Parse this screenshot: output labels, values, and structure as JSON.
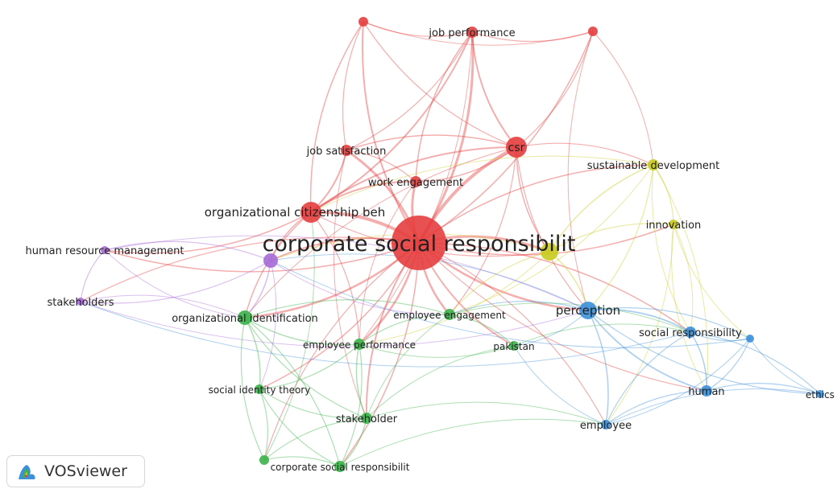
{
  "app": {
    "name": "VOSviewer",
    "logo_icon": "vosviewer-logo-icon"
  },
  "clusters": {
    "red": "#e53e3e",
    "green": "#3bb24a",
    "blue": "#3c8fd8",
    "yellow": "#c9cc1f",
    "purple": "#a66ad8"
  },
  "nodes": [
    {
      "id": "corporate-social-responsibility",
      "label": "corporate social responsibilit",
      "cluster": "red"
    },
    {
      "id": "organizational-citizenship",
      "label": "organizational citizenship beh",
      "cluster": "red"
    },
    {
      "id": "csr",
      "label": "csr",
      "cluster": "red"
    },
    {
      "id": "job-satisfaction",
      "label": "job satisfaction",
      "cluster": "red"
    },
    {
      "id": "work-engagement",
      "label": "work engagement",
      "cluster": "red"
    },
    {
      "id": "job-performance",
      "label": "job performance",
      "cluster": "red"
    },
    {
      "id": "red-unlabeled-1",
      "label": "",
      "cluster": "red"
    },
    {
      "id": "red-unlabeled-2",
      "label": "",
      "cluster": "red"
    },
    {
      "id": "sustainable-development",
      "label": "sustainable development",
      "cluster": "yellow"
    },
    {
      "id": "innovation",
      "label": "innovation",
      "cluster": "yellow"
    },
    {
      "id": "yellow-unlabeled",
      "label": "",
      "cluster": "yellow"
    },
    {
      "id": "perception",
      "label": "perception",
      "cluster": "blue"
    },
    {
      "id": "social-responsibility",
      "label": "social responsibility",
      "cluster": "blue"
    },
    {
      "id": "human",
      "label": "human",
      "cluster": "blue"
    },
    {
      "id": "employee",
      "label": "employee",
      "cluster": "blue"
    },
    {
      "id": "ethics",
      "label": "ethics",
      "cluster": "blue"
    },
    {
      "id": "blue-unlabeled",
      "label": "",
      "cluster": "blue"
    },
    {
      "id": "human-resource-management",
      "label": "human resource management",
      "cluster": "purple"
    },
    {
      "id": "stakeholders",
      "label": "stakeholders",
      "cluster": "purple"
    },
    {
      "id": "purple-unlabeled",
      "label": "",
      "cluster": "purple"
    },
    {
      "id": "organizational-identification",
      "label": "organizational identification",
      "cluster": "green"
    },
    {
      "id": "employee-engagement",
      "label": "employee engagement",
      "cluster": "green"
    },
    {
      "id": "employee-performance",
      "label": "employee performance",
      "cluster": "green"
    },
    {
      "id": "pakistan",
      "label": "pakistan",
      "cluster": "green"
    },
    {
      "id": "social-identity-theory",
      "label": "social identity theory",
      "cluster": "green"
    },
    {
      "id": "stakeholder",
      "label": "stakeholder",
      "cluster": "green"
    },
    {
      "id": "corporate-social-responsibility-2",
      "label": "corporate social responsibilit",
      "cluster": "green"
    },
    {
      "id": "green-unlabeled",
      "label": "",
      "cluster": "green"
    }
  ]
}
